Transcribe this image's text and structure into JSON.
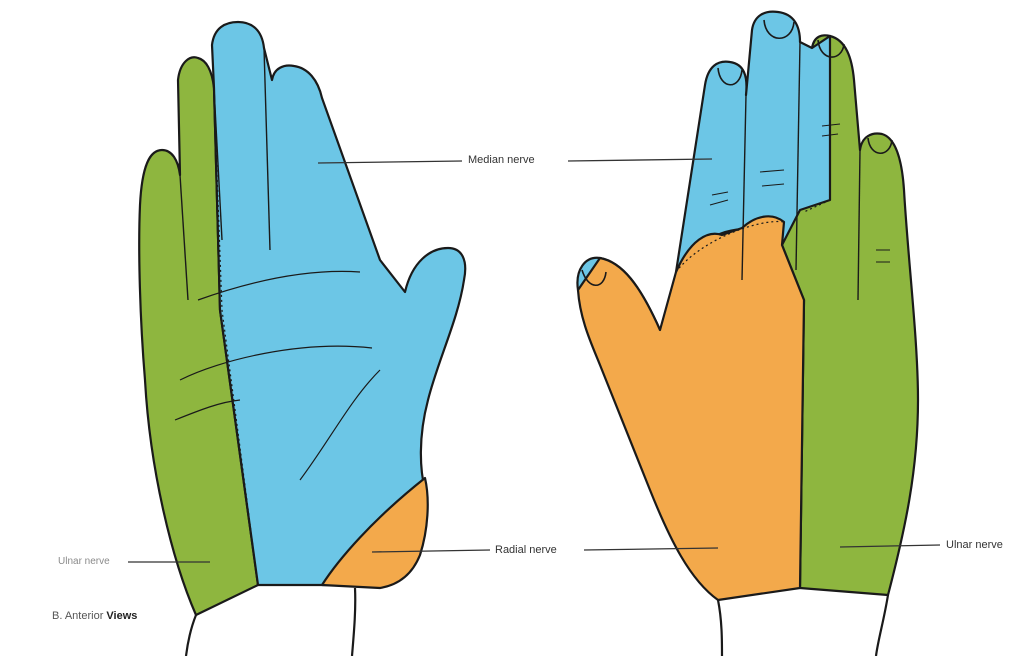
{
  "labels": {
    "median": "Median nerve",
    "radial": "Radial nerve",
    "ulnar_right": "Ulnar nerve",
    "ulnar_left": "Ulnar nerve"
  },
  "caption": {
    "prefix": "B. Anterior",
    "bold": "Views"
  },
  "colors": {
    "median": "#6cc6e6",
    "ulnar": "#8eb63f",
    "radial": "#f3a94b",
    "outline": "#1a1a1a"
  }
}
